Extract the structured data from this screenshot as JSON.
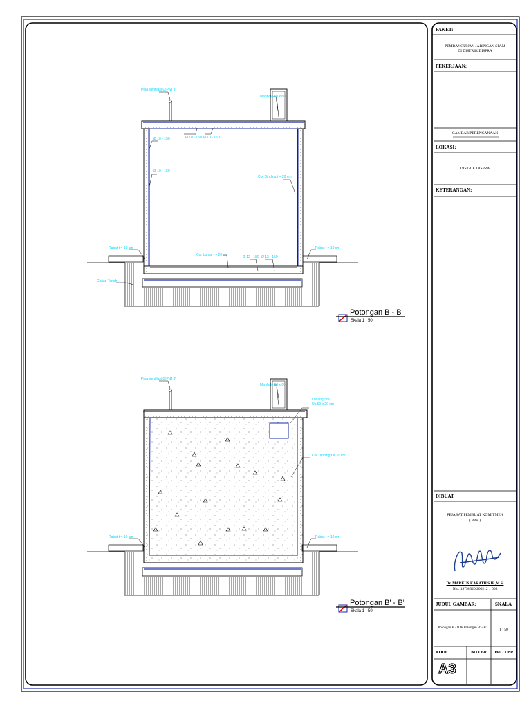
{
  "title_block": {
    "paket_label": "PAKET:",
    "paket_line1": "PEMBANGUNAN JARINGAN SPAM",
    "paket_line2": "DI DISTRIK DISPRA",
    "pekerjaan_label": "PEKERJAAN:",
    "gambar_perencanaan": "GAMBAR PERENCANAAN",
    "lokasi_label": "LOKASI:",
    "lokasi_value": "DISTRIK DISPRA",
    "keterangan_label": "KETERANGAN:",
    "dibuat_label": "DIBUAT :",
    "pejabat_line1": "PEJABAT PEMBUAT KOMITMEN",
    "pejabat_line2": "( PPK )",
    "official_name": "Dr. MARKUS KARATH,S.IP.,M.Si",
    "official_nip": "Nip. 19750320 200212 1 008",
    "judul_label": "JUDUL GAMBAR:",
    "skala_label": "SKALA",
    "judul_value": "Potongan B - B & Potongan B' - B'",
    "skala_value": "1 : 50",
    "kode_label": "KODE",
    "no_lbr_label": "NO.LBR",
    "jml_lbr_label": "JML. LBR",
    "kode_value": "A3"
  },
  "section_top": {
    "title": "Potongan B - B",
    "scale": "Skala 1 : 50",
    "labels": {
      "pipa": "Pipa Ventilasi GIP Ø 3\"",
      "manhole": "Manhole 60 x 60",
      "rebar_top1": "Ø 10 - 150",
      "rebar_top2": "Ø 10 - 150",
      "rebar_left1": "Ø 10 - 150",
      "rebar_left2": "Ø 10 - 150",
      "cor_dinding": "Cor Dinding t = 20 cm",
      "rabat_left": "Rabat t = 10 cm",
      "rabat_right": "Rabat t = 10 cm",
      "cor_lantai": "Cor Lantai t = 20 cm",
      "rebar_bot1": "Ø 12 - 150",
      "rebar_bot2": "Ø 12 - 150",
      "galian": "Galian Tanah"
    }
  },
  "section_bottom": {
    "title": "Potongan B' - B'",
    "scale": "Skala 1 : 50",
    "labels": {
      "pipa": "Pipa Ventilasi GIP Ø 3\"",
      "manhole": "Manhole 60 x 60",
      "lubang1": "Lubang Stel",
      "lubang2": "Uk.50 x 20 cm",
      "cor_dinding": "Cor Dinding t = 20 cm",
      "rabat_left": "Rabat t = 10 cm",
      "rabat_right": "Rabat t = 10 cm"
    }
  }
}
